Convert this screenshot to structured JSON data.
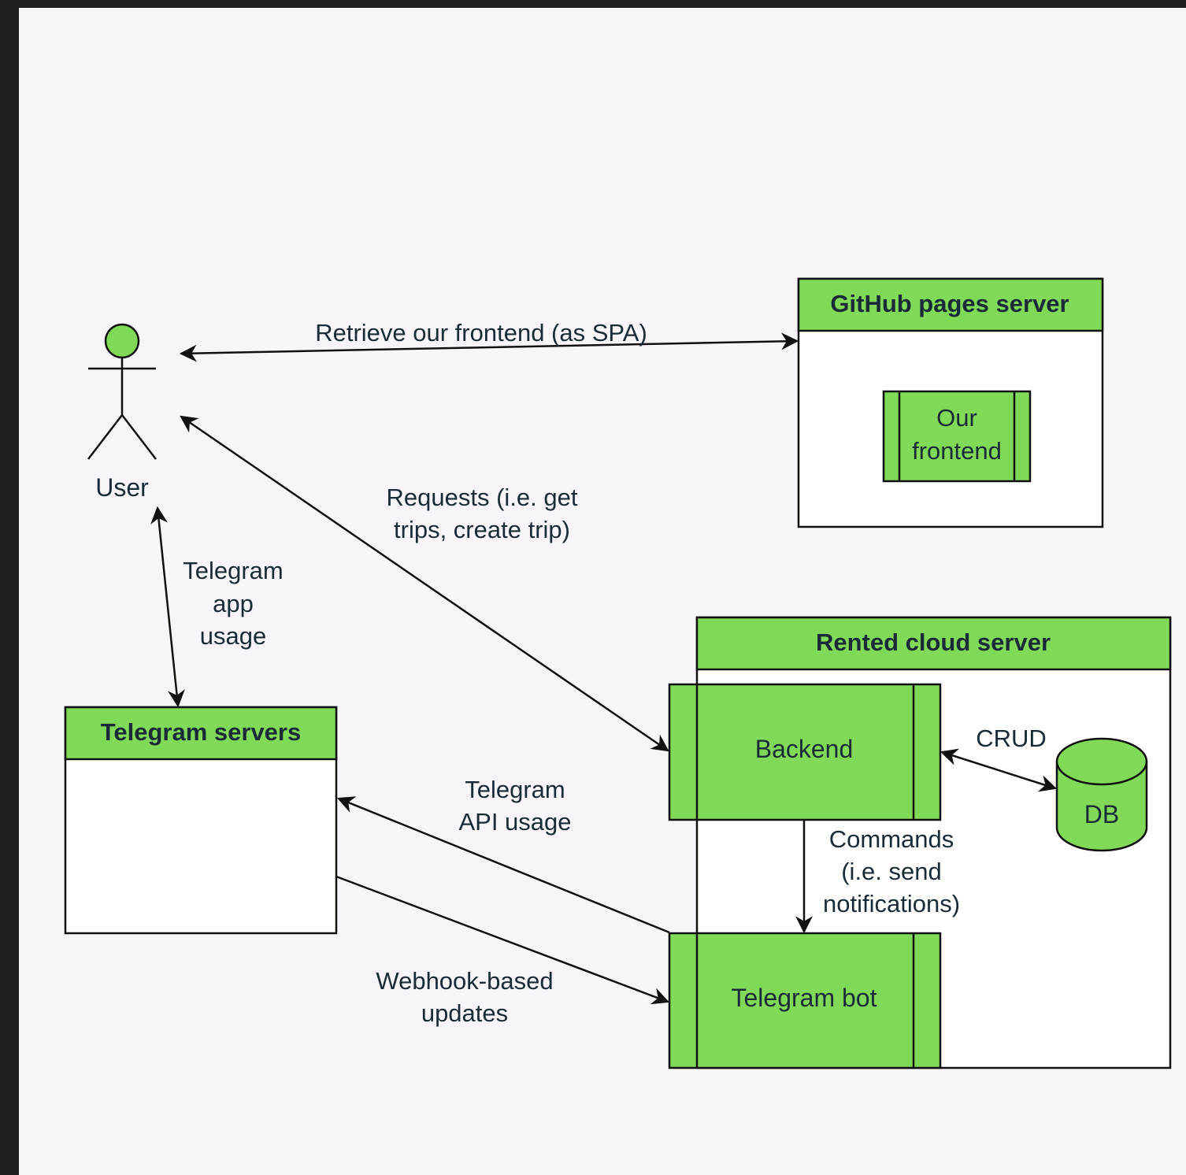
{
  "colors": {
    "frame_background": "#1f1f1f",
    "canvas_background": "#f7f5f9",
    "node_fill": "#80d957",
    "line": "#111111",
    "text": "#1a2b38"
  },
  "actor": {
    "label": "User"
  },
  "github": {
    "title": "GitHub pages server",
    "component_line1": "Our",
    "component_line2": "frontend"
  },
  "cloud": {
    "title": "Rented cloud server",
    "backend": "Backend",
    "bot": "Telegram bot",
    "db": "DB"
  },
  "telegram_servers": {
    "title": "Telegram servers"
  },
  "edges": {
    "retrieve": "Retrieve our frontend (as SPA)",
    "requests_line1": "Requests (i.e. get",
    "requests_line2": "trips, create trip)",
    "app_usage_line1": "Telegram",
    "app_usage_line2": "app",
    "app_usage_line3": "usage",
    "api_usage_line1": "Telegram",
    "api_usage_line2": "API usage",
    "webhook_line1": "Webhook-based",
    "webhook_line2": "updates",
    "crud": "CRUD",
    "commands_line1": "Commands",
    "commands_line2": "(i.e. send",
    "commands_line3": "notifications)"
  }
}
